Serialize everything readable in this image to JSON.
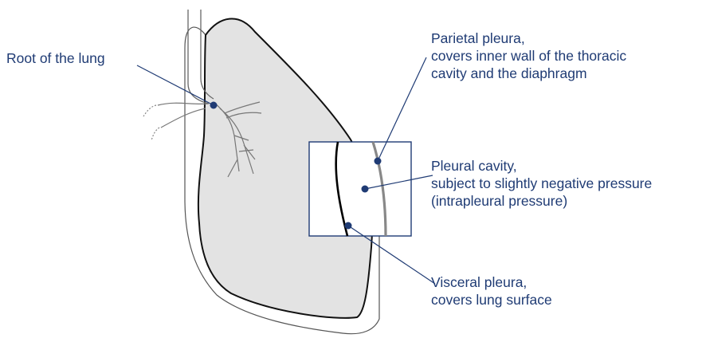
{
  "labels": {
    "root": "Root of the lung",
    "parietal": [
      "Parietal pleura,",
      "covers inner wall of the thoracic",
      "cavity and the diaphragm"
    ],
    "cavity": [
      "Pleural cavity,",
      "subject to slightly negative pressure",
      "(intrapleural pressure)"
    ],
    "visceral": [
      "Visceral pleura,",
      "covers lung surface"
    ]
  },
  "colors": {
    "label_text": "#1f3b74",
    "leader_line": "#1f3b74",
    "lung_fill": "#e3e3e3",
    "outline": "#111111"
  }
}
